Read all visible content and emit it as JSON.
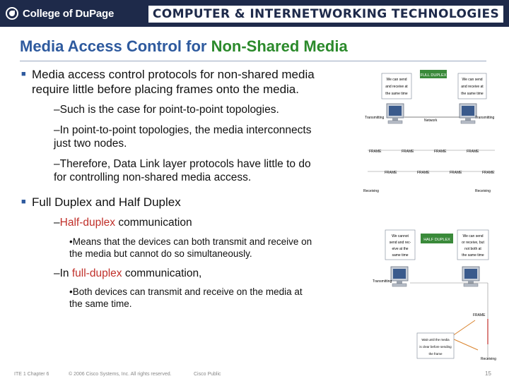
{
  "header": {
    "logo_text": "College of DuPage",
    "banner": "COMPUTER & INTERNETWORKING TECHNOLOGIES"
  },
  "slide": {
    "title_part1": "Media Access Control for ",
    "title_part2": "Non-Shared Media",
    "bullet1": {
      "line1": "Media access control protocols for non-shared media",
      "line2": "require little before placing frames onto the media.",
      "sub1": "–Such is the case for point-to-point topologies.",
      "sub2_line1": "–In point-to-point topologies, the media interconnects",
      "sub2_line2": "just two nodes.",
      "sub3_line1": "–Therefore, Data Link layer protocols have little to do",
      "sub3_line2": "for controlling non-shared media access."
    },
    "bullet2": {
      "line1": "Full Duplex and Half Duplex",
      "half_prefix": "–",
      "half_word": "Half-duplex",
      "half_suffix": " communication",
      "half_detail_line1": "•Means that the devices can both transmit and receive on",
      "half_detail_line2": "the media but cannot do so simultaneously.",
      "full_prefix": "–In ",
      "full_word": "full-duplex",
      "full_suffix": " communication,",
      "full_detail_line1": "•Both devices can transmit and receive on the media at",
      "full_detail_line2": "the same time."
    }
  },
  "diagram_top": {
    "badge": "FULL DUPLEX",
    "left_note": [
      "We can send",
      "and receive at",
      "the same time"
    ],
    "right_note": [
      "We can send",
      "and receive at",
      "the same time"
    ],
    "left_label": "Transmitting",
    "right_label": "Transmitting",
    "mid_label": "Network",
    "frame_label": "FRAME",
    "bottom_left": "Receiving",
    "bottom_right": "Receiving"
  },
  "diagram_bottom": {
    "badge": "HALF DUPLEX",
    "left_note": [
      "We cannot",
      "send and rec-",
      "eive at the",
      "same time"
    ],
    "right_note": [
      "We can send",
      "or receive, but",
      "not both at",
      "the same time"
    ],
    "left_label": "Transmitting",
    "frame_label": "FRAME",
    "callout": [
      "Wait until the media",
      "is clear before sending",
      "the frame"
    ],
    "bottom_right": "Receiving"
  },
  "footer": {
    "left": "ITE 1 Chapter 6",
    "copyright": "© 2006 Cisco Systems, Inc. All rights reserved.",
    "classification": "Cisco Public",
    "page": "15"
  },
  "colors": {
    "header_bg": "#1e2a4a",
    "title_blue": "#2e5a9e",
    "title_green": "#2b8a2b",
    "highlight_red": "#c0302a",
    "badge_green": "#3a8a3a"
  }
}
